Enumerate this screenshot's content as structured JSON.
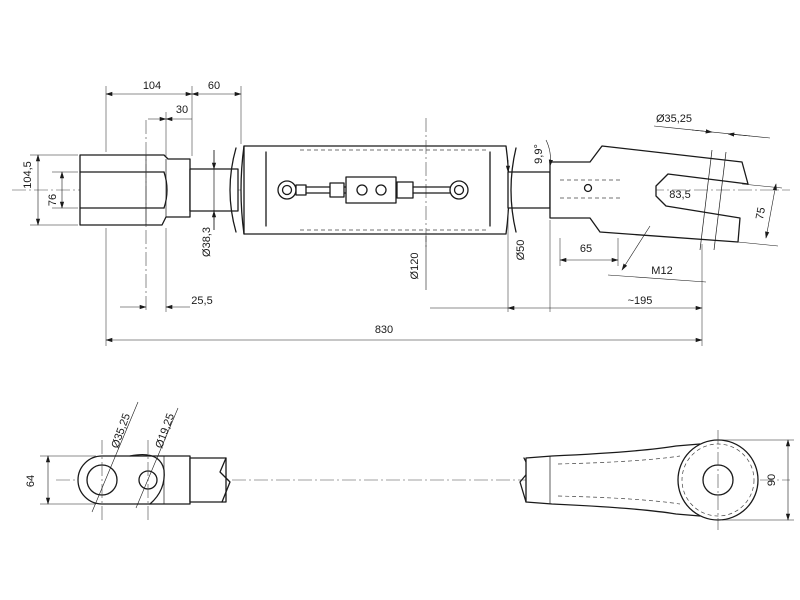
{
  "dimensions": {
    "d104": "104",
    "d60": "60",
    "d30": "30",
    "d104_5": "104,5",
    "d76": "76",
    "d38_3": "Ø38,3",
    "d25_5": "25,5",
    "d830": "830",
    "d120": "Ø120",
    "d50": "Ø50",
    "d9_9": "9,9°",
    "d35_25_top": "Ø35,25",
    "d83_5": "83,5",
    "d75": "75",
    "d65": "65",
    "dM12": "M12",
    "d195": "~195",
    "d35_25_bottom": "Ø35,25",
    "d19_25": "Ø19,25",
    "d64": "64",
    "d90": "90"
  }
}
